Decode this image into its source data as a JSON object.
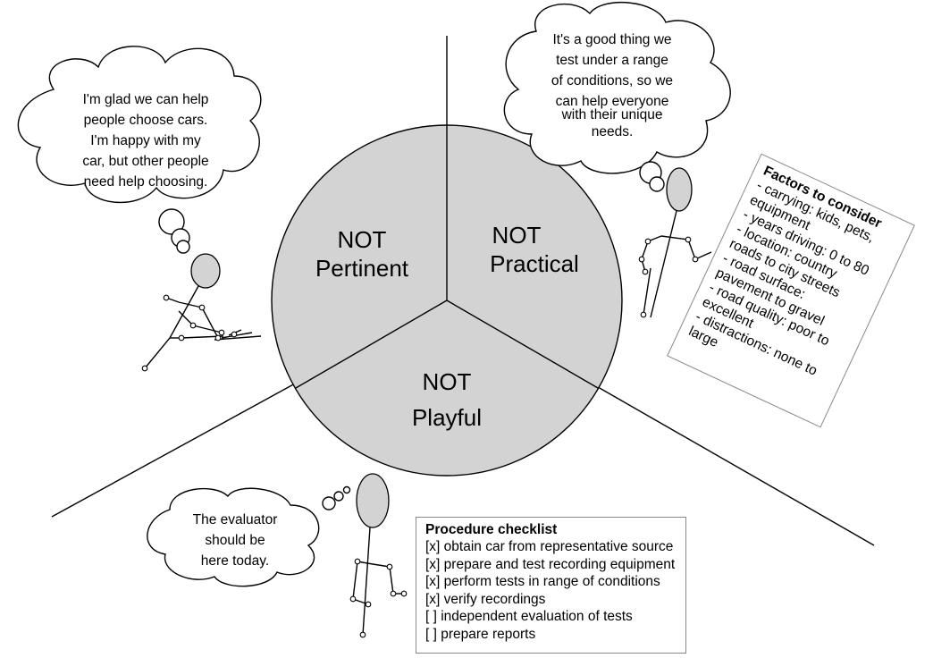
{
  "sectors": {
    "pertinent": {
      "line1": "NOT",
      "line2": "Pertinent"
    },
    "practical": {
      "line1": "NOT",
      "line2": "Practical"
    },
    "playful": {
      "line1": "NOT",
      "line2": "Playful"
    }
  },
  "thoughts": {
    "left": [
      "I'm glad we can help",
      "people choose cars.",
      "I'm happy with my",
      "car, but other people",
      "need help choosing."
    ],
    "right": [
      "It's a good thing we",
      "test under a range",
      "of conditions, so we",
      "can help everyone",
      "with their unique",
      "needs."
    ],
    "bottom": [
      "The evaluator",
      "should be",
      "here today."
    ]
  },
  "checklist": {
    "title": "Procedure checklist",
    "items": [
      "[x] obtain car from representative source",
      "[x] prepare and test recording equipment",
      "[x] perform tests in range of conditions",
      "[x] verify recordings",
      "[  ] independent evaluation of tests",
      "[  ] prepare reports"
    ]
  },
  "factors": {
    "title": "Factors to consider",
    "items": [
      "- carrying: kids, pets,\nequipment",
      "- years driving: 0 to 80",
      "- location: country\nroads to city streets",
      "- road surface:\npavement to gravel",
      "- road quality: poor to\nexcellent",
      "- distractions: none to\nlarge"
    ]
  },
  "colors": {
    "fill": "#d3d3d3",
    "stroke": "#000000",
    "card_border": "#888888"
  }
}
